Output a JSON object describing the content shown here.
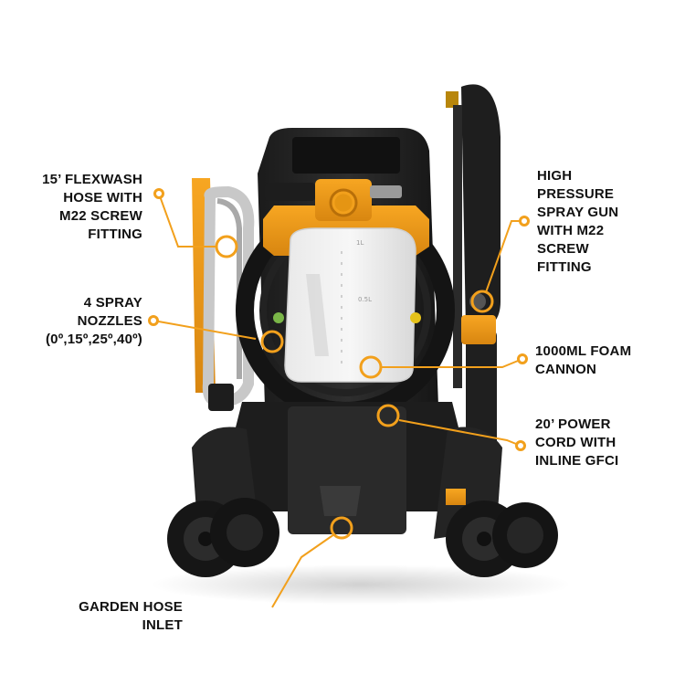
{
  "accent_color": "#f2a01c",
  "callouts": {
    "hose": "15’ FLEXWASH\nHOSE WITH\nM22 SCREW\nFITTING",
    "nozzles_title": "4 SPRAY\nNOZZLES",
    "nozzles_angles": "(0º,15º,25º,40º)",
    "spray_gun": "HIGH\nPRESSURE\nSPRAY GUN\nWITH M22\nSCREW\nFITTING",
    "foam_cannon": "1000ML FOAM\nCANNON",
    "power_cord": "20’ POWER\nCORD WITH\nINLINE GFCI",
    "garden_inlet": "GARDEN HOSE\nINLET"
  },
  "bottle_marks": [
    "1L",
    "0.5L"
  ]
}
